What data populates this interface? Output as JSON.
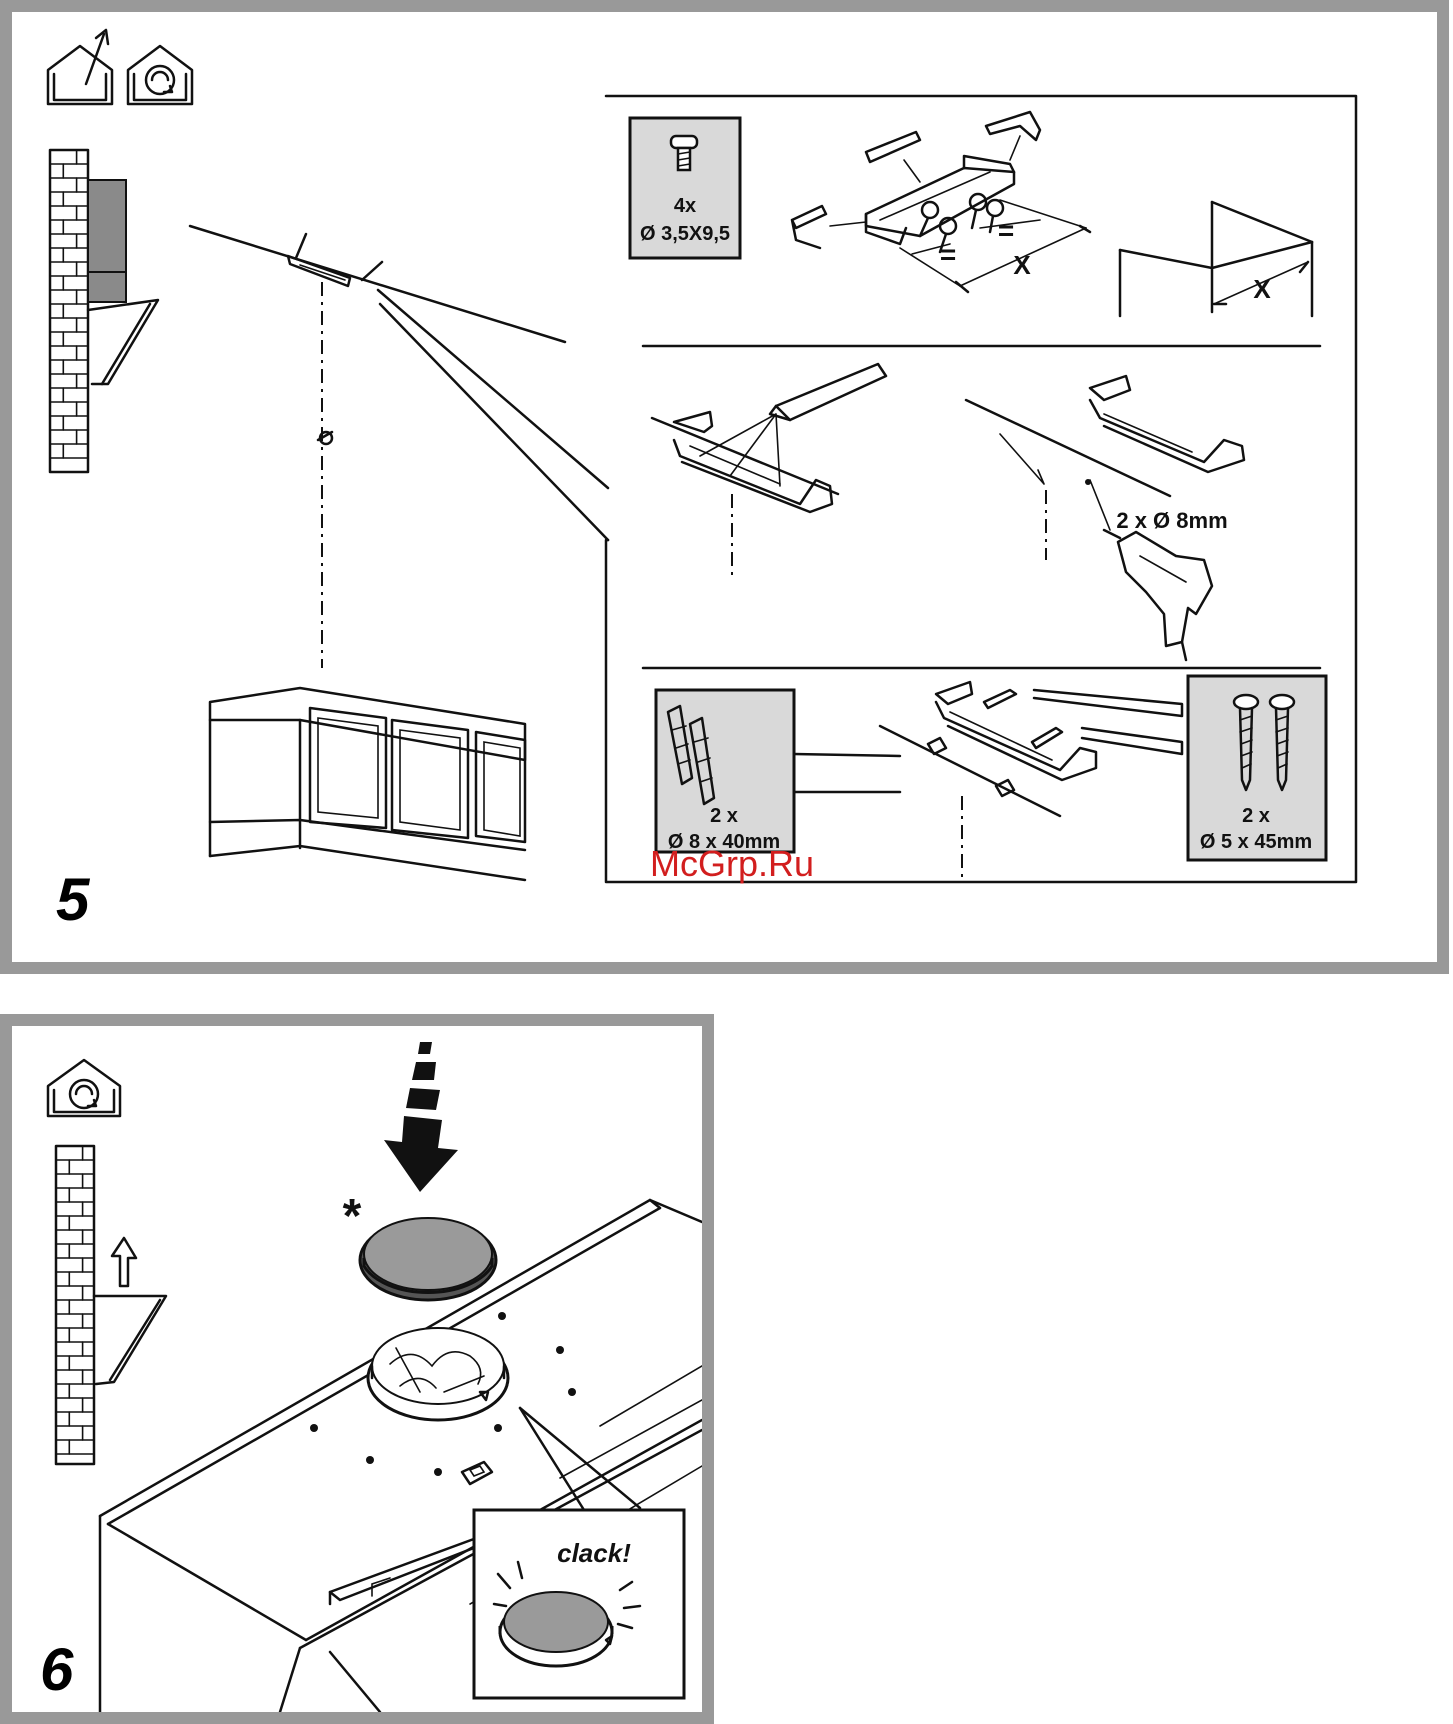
{
  "step5": {
    "number": "5",
    "screws_box": {
      "count": "4x",
      "size": "Ø 3,5X9,5"
    },
    "dimension_label": "X",
    "equal_sign": "=",
    "drill_label": "2 x Ø 8mm",
    "plugs_box": {
      "count": "2 x",
      "size": "Ø 8 x 40mm"
    },
    "woodscrews_box": {
      "count": "2 x",
      "size": "Ø 5 x 45mm"
    }
  },
  "step6": {
    "number": "6",
    "asterisk": "*",
    "callout_text": "clack!"
  },
  "watermark": "McGrp.Ru",
  "colors": {
    "frame": "#999999",
    "ink": "#111111",
    "panel_fill": "#d9d9d9",
    "watermark": "#d21e1e"
  },
  "icons": [
    "ducted-mode-icon",
    "recirculation-mode-icon"
  ]
}
